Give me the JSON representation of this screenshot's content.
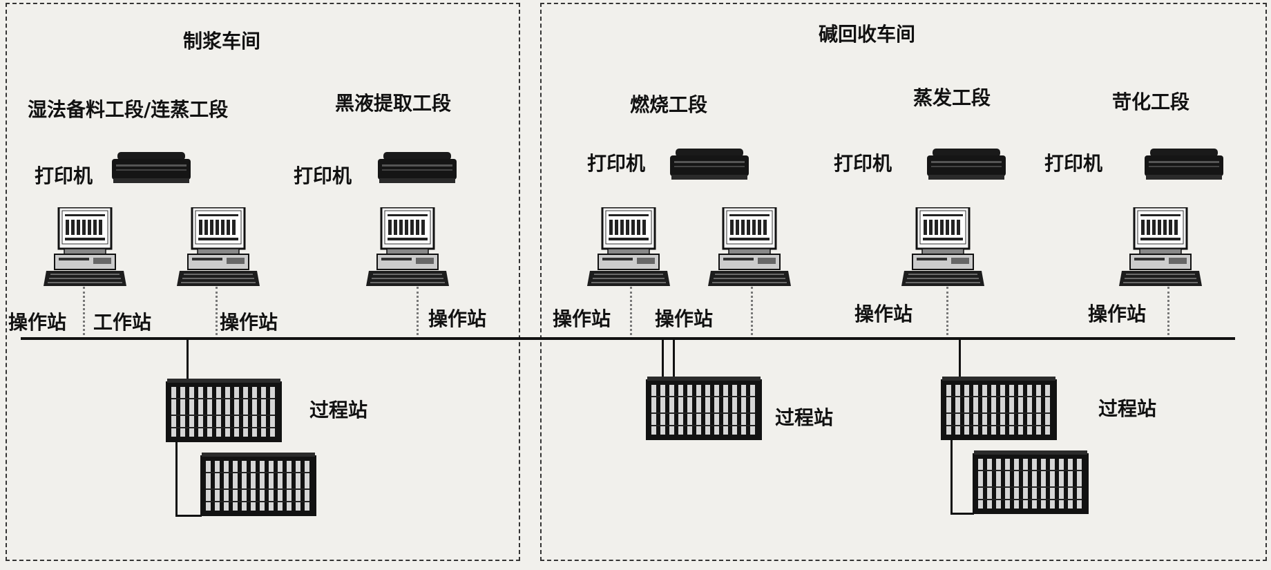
{
  "workshops": [
    {
      "id": "pulping",
      "title": "制浆车间",
      "sections": [
        "湿法备料工段/连蒸工段",
        "黑液提取工段"
      ],
      "printer_label": "打印机",
      "station_labels": [
        "操作站",
        "工作站",
        "操作站",
        "操作站"
      ],
      "process_station_label": "过程站"
    },
    {
      "id": "alkali",
      "title": "碱回收车间",
      "sections": [
        "燃烧工段",
        "蒸发工段",
        "苛化工段"
      ],
      "printer_label": "打印机",
      "station_labels": [
        "操作站",
        "操作站",
        "操作站",
        "操作站"
      ],
      "process_station_label": "过程站"
    }
  ],
  "colors": {
    "ink": "#111111",
    "paper": "#f1f0ec",
    "border": "#333333",
    "dotted": "#777777"
  },
  "icons": {
    "printer": "printer-icon",
    "computer": "computer-icon",
    "process_station": "plc-rack-icon"
  }
}
